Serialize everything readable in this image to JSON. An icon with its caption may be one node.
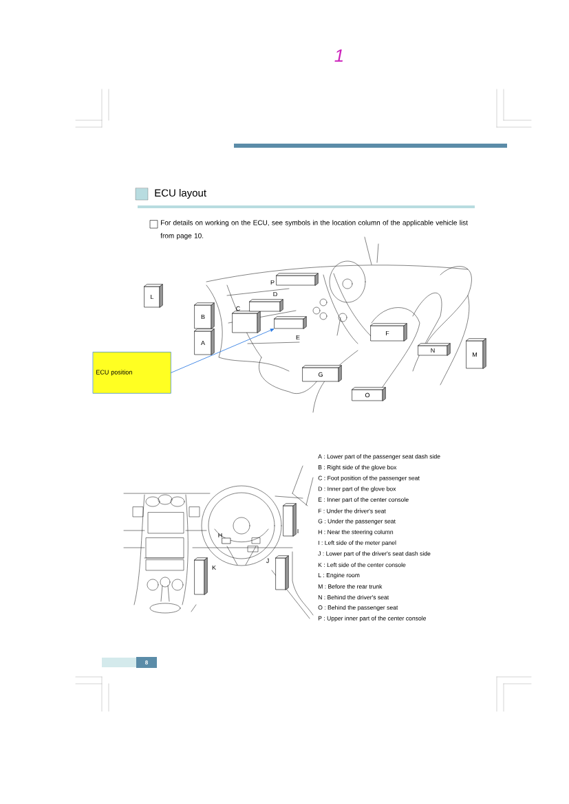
{
  "diagram": {
    "title": "ECU layout",
    "nodes": [
      {
        "text": [
          "L"
        ]
      },
      {
        "text": [
          "B"
        ]
      },
      {
        "text": [
          "A"
        ]
      },
      {
        "text": [
          "C"
        ]
      },
      {
        "text": [
          "P"
        ]
      },
      {
        "text": [
          "D"
        ]
      },
      {
        "text": [
          "E"
        ]
      },
      {
        "text": [
          "F"
        ]
      },
      {
        "text": [
          "G"
        ]
      },
      {
        "text": [
          "N"
        ]
      },
      {
        "text": [
          "M"
        ]
      },
      {
        "text": [
          "O"
        ]
      },
      {
        "text": [
          "ECU position"
        ]
      },
      {
        "text": [
          "H"
        ]
      },
      {
        "text": [
          "I"
        ]
      },
      {
        "text": [
          "J"
        ]
      },
      {
        "text": [
          "K"
        ]
      }
    ],
    "edges": [
      {
        "from": 12,
        "to": 6,
        "arrow": "to",
        "color": "#1a6fe0"
      }
    ],
    "labels": [
      "1",
      "For details on working on the ECU, see symbols in the location column of the applicable vehicle list from page 10.",
      "A : Lower part of the passenger seat dash side",
      "B : Right side of the glove box",
      "C : Foot position of the passenger seat",
      "D : Inner part of the glove box",
      "E : Inner part of the center console",
      "F : Under the driver's seat",
      "G : Under the passenger seat",
      "H : Near the steering column",
      "I : Left side of the meter panel",
      "J : Lower part of the driver's seat dash side",
      "K : Left side of the center console",
      "L : Engine room",
      "M : Before the rear trunk",
      "N : Behind the driver's seat",
      "O : Behind the passenger seat",
      "P : Upper inner part of the center console",
      "8"
    ]
  }
}
